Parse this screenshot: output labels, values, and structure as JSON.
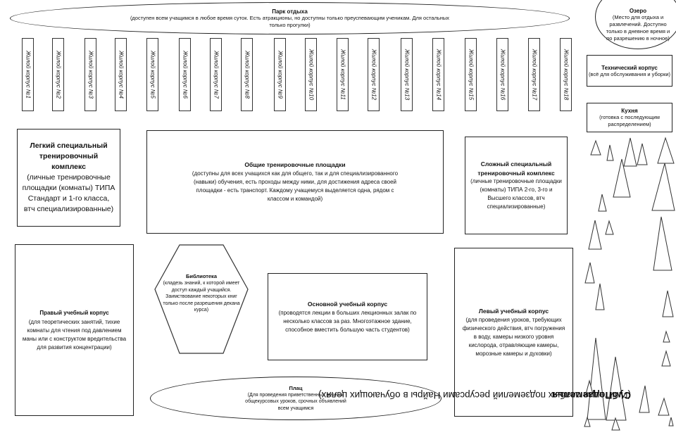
{
  "park": {
    "title": "Парк отдыха",
    "desc": "(доступен всем учащимся в любое время суток. Есть атракционы, но доступны только преуспевающим ученикам. Для остальных только прогулки)"
  },
  "lake": {
    "title": "Озеро",
    "desc": "(Место для отдыха и развлечений. Доступно только в дневное время и по разрешению в ночное)"
  },
  "dorms": [
    "Жилой корпус №1",
    "Жилой корпус №2",
    "Жилой корпус №3",
    "Жилой корпус №4",
    "Жилой корпус №5",
    "Жилой корпус №6",
    "Жилой корпус №7",
    "Жилой корпус №8",
    "Жилой корпус №9",
    "Жилой корпус №10",
    "Жилой корпус №11",
    "Жилой корпус №12",
    "Жилой корпус №13",
    "Жилой корпус №14",
    "Жилой корпус №15",
    "Жилой корпус №16",
    "Жилой корпус №17",
    "Жилой корпус №18"
  ],
  "tech": {
    "title": "Технический корпус",
    "desc": "(всё для обслуживания и уборки)"
  },
  "kitchen": {
    "title": "Кухня",
    "desc": "(готовка с последующим распределением)"
  },
  "light_complex": {
    "title": "Легкий специальный тренировочный комплекс",
    "desc": "(личные тренировочные площадки (комнаты) ТИПА Стандарт и 1-го класса, втч специализированные)"
  },
  "general_grounds": {
    "title": "Общие тренировочные площадки",
    "desc": "(доступны для всех учащихся как для общего, так и для специализированного (навыки) обучения, есть проходы между ними, для достижения адреса своей площадки - есть транспорт. Каждому учащемуся выделяется одна, рядом с классом и командой)"
  },
  "hard_complex": {
    "title": "Сложный специальный тренировочный комплекс",
    "desc": "(личные тренировочные площадки (комнаты) ТИПА 2-го, 3-го и Высшего классов, втч специализированные)"
  },
  "right_building": {
    "title": "Правый учебный корпус",
    "desc": "(для теоретических занятий, тихие комнаты для чтения под давлением маны или с конструктом вредительства для развития концентрации)"
  },
  "library": {
    "title": "Библиотека",
    "desc": "(кладезь знаний, к которой имеет доступ каждый учащийся. Заимствование некоторых книг только после разрешения декана курса)"
  },
  "main_building": {
    "title": "Основной учебный корпус",
    "desc": "(проводятся лекции в больших лекционных залак по несколько классов за раз. Многоэтажное здание, способное вместить большую часть студентов)"
  },
  "left_building": {
    "title": "Левый учебный корпус",
    "desc": "(для проведения уроков, требующих физического действия, втч погружения в воду, камеры низкого уровня кислорода, отравляющие камеры, морозные камеры и духовки)"
  },
  "parade": {
    "title": "Плац",
    "desc": "(Для проведения приветственных речей и общекурсовых уроков, срочных объявлений всем учащимся"
  },
  "sub": {
    "title": "СубПодземелья",
    "desc": "(Имитация слабых подземелий ресурсами Найры в обучающих целях)"
  }
}
